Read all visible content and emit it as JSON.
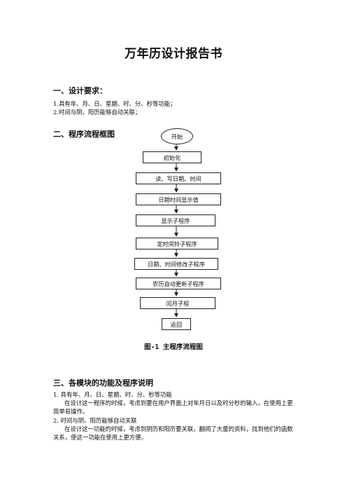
{
  "title": "万年历设计报告书",
  "section1": {
    "heading": "一、设计要求：",
    "items": [
      "1.具有年、月、日、星期、时、分、秒等功能；",
      "2.时间与阴、阳历能够自动关联；"
    ]
  },
  "section2": {
    "heading": "二、程序流程框图",
    "flow": [
      "开始",
      "初始化",
      "读、写日期、时间",
      "日期时间显示值",
      "显示子程序",
      "定时闹铃子程序",
      "日期、时间修改子程序",
      "农历自动更新子程序",
      "闰月子程",
      "返回"
    ],
    "caption": "图-1 主程序流程图"
  },
  "section3": {
    "heading": "三、各模块的功能及程序说明",
    "item1_title": "1. 具有年、月、日、星期、时、分、秒等功能",
    "item1_body": "在设计这一程序的时候，考虑到要在用户界面上对年月日以及时分秒的输入，在使用上更简单易操作。",
    "item2_title": "2. 时间与阴、阳历能够自动关联",
    "item2_body": "在设计这一功能的时候，考虑到阴历和阳历要关联，翻阅了大量的资料，找到他们的函数关系，使这一功能在使用上更方便。"
  }
}
